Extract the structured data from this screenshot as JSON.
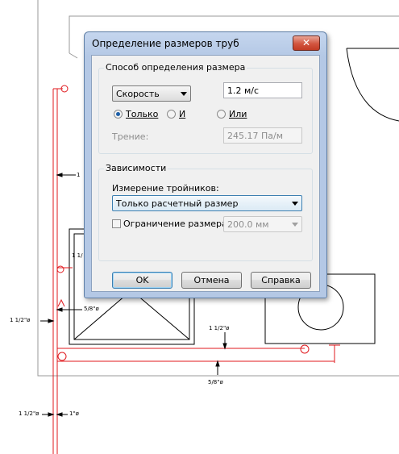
{
  "dialog": {
    "title": "Определение размеров труб",
    "close_icon": "close-x-icon"
  },
  "sizing_method": {
    "group_label": "Способ определения размера",
    "method_select": "Скорость",
    "velocity_value": "1.2 м/с",
    "radio_only": "Только",
    "radio_and": "И",
    "radio_or": "Или",
    "selected_radio": "Только",
    "friction_label": "Трение:",
    "friction_value": "245.17 Па/м"
  },
  "constraints": {
    "group_label": "Зависимости",
    "tee_sizing_label": "Измерение тройников:",
    "tee_sizing_value": "Только расчетный размер",
    "max_size_checkbox_label": "Ограничение размера:",
    "max_size_checked": false,
    "max_size_value": "200.0 мм"
  },
  "buttons": {
    "ok": "OK",
    "cancel": "Отмена",
    "help": "Справка"
  },
  "drawing": {
    "labels": {
      "l1": "1",
      "l2": "1 1/",
      "l3": "1 1/2\"ø",
      "l4": "5/8\"ø",
      "l5": "1 1/2\"ø",
      "l6": "5/8\"ø",
      "l7": "1 1/2\"ø",
      "l8": "1\"ø"
    },
    "pipe_color": "#e0191e"
  }
}
